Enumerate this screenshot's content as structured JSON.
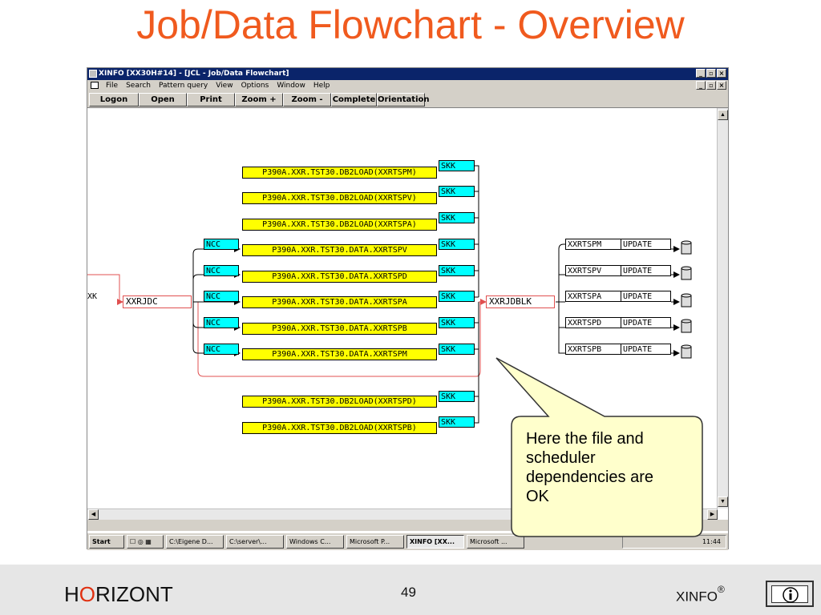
{
  "slide": {
    "title": "Job/Data Flowchart - Overview",
    "page_number": "49",
    "brand": {
      "pre": "H",
      "o": "O",
      "post": "RIZONT"
    },
    "product": "XINFO",
    "product_mark": "®",
    "info_icon": "info-icon"
  },
  "window": {
    "title": "XINFO [XX30H#14] - [JCL - Job/Data Flowchart]",
    "controls": [
      "_",
      "▫",
      "×"
    ],
    "menu": [
      "File",
      "Search",
      "Pattern query",
      "View",
      "Options",
      "Window",
      "Help"
    ],
    "toolbar": [
      "Logon",
      "Open",
      "Print",
      "Zoom +",
      "Zoom -",
      "Complete",
      "Orientation"
    ]
  },
  "flowchart": {
    "left_stub": "XK",
    "center_job": "XXRJDC",
    "right_job": "XXRJDBLK",
    "datasets": [
      {
        "name": "P390A.XXR.TST30.DB2LOAD(XXRTSPM)",
        "tag": "SKK"
      },
      {
        "name": "P390A.XXR.TST30.DB2LOAD(XXRTSPV)",
        "tag": "SKK"
      },
      {
        "name": "P390A.XXR.TST30.DB2LOAD(XXRTSPA)",
        "tag": "SKK"
      },
      {
        "name": "P390A.XXR.TST30.DATA.XXRTSPV",
        "tag": "SKK",
        "ncc": "NCC"
      },
      {
        "name": "P390A.XXR.TST30.DATA.XXRTSPD",
        "tag": "SKK",
        "ncc": "NCC"
      },
      {
        "name": "P390A.XXR.TST30.DATA.XXRTSPA",
        "tag": "SKK",
        "ncc": "NCC"
      },
      {
        "name": "P390A.XXR.TST30.DATA.XXRTSPB",
        "tag": "SKK",
        "ncc": "NCC"
      },
      {
        "name": "P390A.XXR.TST30.DATA.XXRTSPM",
        "tag": "SKK",
        "ncc": "NCC"
      },
      {
        "name": "P390A.XXR.TST30.DB2LOAD(XXRTSPD)",
        "tag": "SKK"
      },
      {
        "name": "P390A.XXR.TST30.DB2LOAD(XXRTSPB)",
        "tag": "SKK"
      }
    ],
    "tables": [
      {
        "name": "XXRTSPM",
        "action": "UPDATE"
      },
      {
        "name": "XXRTSPV",
        "action": "UPDATE"
      },
      {
        "name": "XXRTSPA",
        "action": "UPDATE"
      },
      {
        "name": "XXRTSPD",
        "action": "UPDATE"
      },
      {
        "name": "XXRTSPB",
        "action": "UPDATE"
      }
    ]
  },
  "callout": {
    "text": "Here the file and scheduler dependencies are OK"
  },
  "taskbar": {
    "start": "Start",
    "tasks": [
      "C:\\Eigene D...",
      "C:\\server\\...",
      "Windows C...",
      "Microsoft P...",
      "XINFO [XX...",
      "Microsoft ..."
    ],
    "clock": "11:44"
  },
  "colors": {
    "title": "#f05a1e",
    "dataset": "#ffff00",
    "tag": "#00ffff",
    "link": "#e05050",
    "titlebar": "#0a246a"
  }
}
